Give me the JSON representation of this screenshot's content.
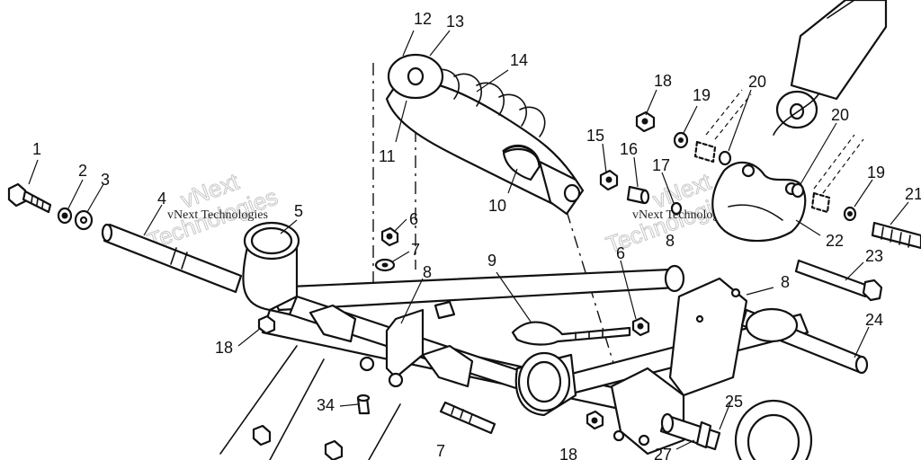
{
  "callouts": [
    {
      "id": "c1",
      "label": "1"
    },
    {
      "id": "c2",
      "label": "2"
    },
    {
      "id": "c3",
      "label": "3"
    },
    {
      "id": "c4",
      "label": "4"
    },
    {
      "id": "c5",
      "label": "5"
    },
    {
      "id": "c6a",
      "label": "6"
    },
    {
      "id": "c6b",
      "label": "6"
    },
    {
      "id": "c7a",
      "label": "7"
    },
    {
      "id": "c7b",
      "label": "7"
    },
    {
      "id": "c8a",
      "label": "8"
    },
    {
      "id": "c8b",
      "label": "8"
    },
    {
      "id": "c8c",
      "label": "8"
    },
    {
      "id": "c9",
      "label": "9"
    },
    {
      "id": "c10",
      "label": "10"
    },
    {
      "id": "c11",
      "label": "11"
    },
    {
      "id": "c12",
      "label": "12"
    },
    {
      "id": "c13",
      "label": "13"
    },
    {
      "id": "c14",
      "label": "14"
    },
    {
      "id": "c15",
      "label": "15"
    },
    {
      "id": "c16",
      "label": "16"
    },
    {
      "id": "c17",
      "label": "17"
    },
    {
      "id": "c18a",
      "label": "18"
    },
    {
      "id": "c18b",
      "label": "18"
    },
    {
      "id": "c18c",
      "label": "18"
    },
    {
      "id": "c19a",
      "label": "19"
    },
    {
      "id": "c19b",
      "label": "19"
    },
    {
      "id": "c20a",
      "label": "20"
    },
    {
      "id": "c20b",
      "label": "20"
    },
    {
      "id": "c21",
      "label": "21"
    },
    {
      "id": "c22",
      "label": "22"
    },
    {
      "id": "c23",
      "label": "23"
    },
    {
      "id": "c24",
      "label": "24"
    },
    {
      "id": "c25",
      "label": "25"
    },
    {
      "id": "c27",
      "label": "27"
    },
    {
      "id": "c34",
      "label": "34"
    }
  ],
  "watermark": {
    "brand_line1": "vNext",
    "brand_line2": "Technologies",
    "small_text": "vNext Technologies"
  }
}
